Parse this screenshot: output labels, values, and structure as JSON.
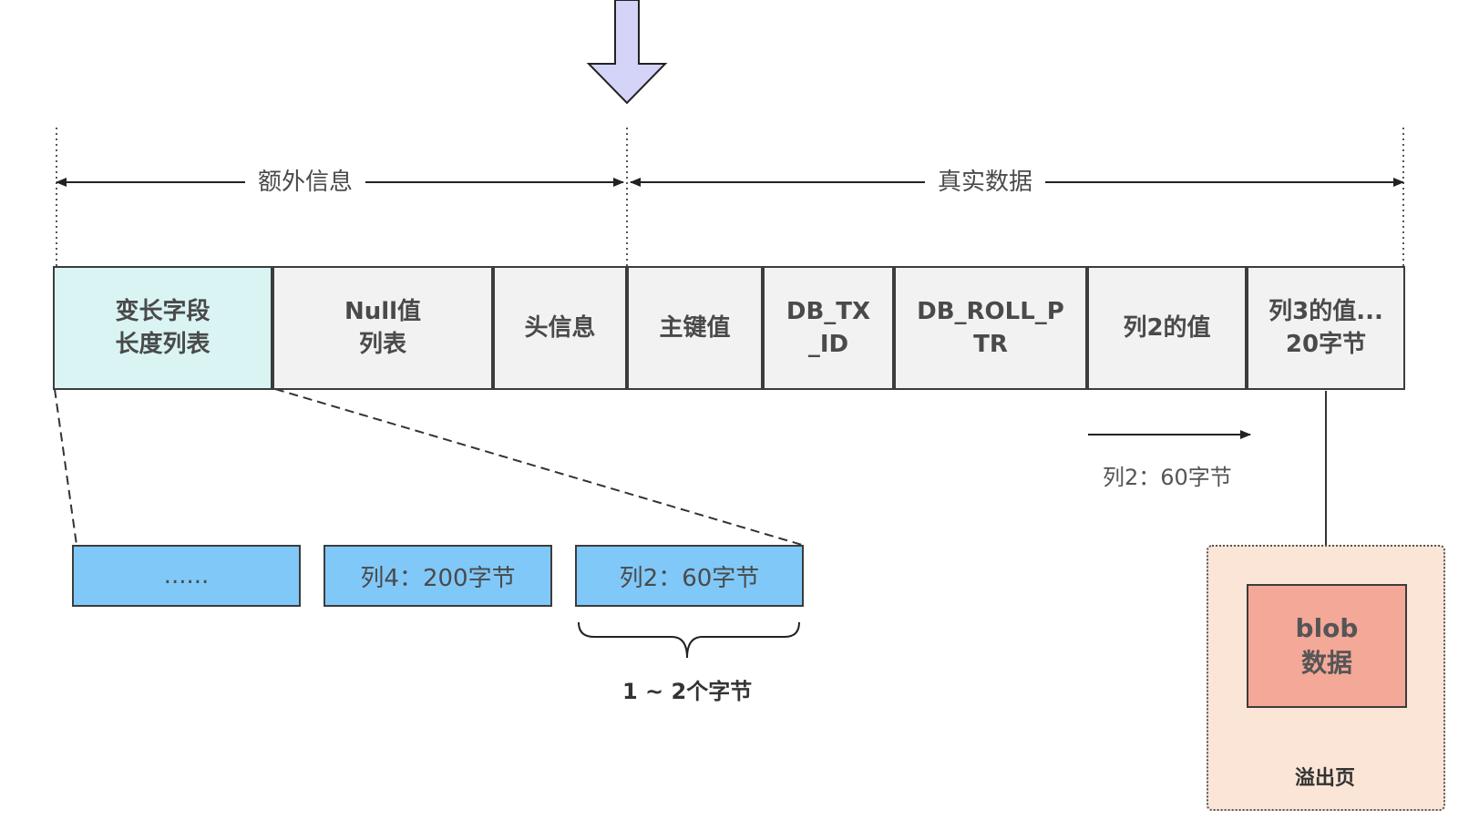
{
  "header": {
    "extra_info_label": "额外信息",
    "real_data_label": "真实数据"
  },
  "record": {
    "cells": [
      {
        "label": "变长字段\n长度列表",
        "highlight": true
      },
      {
        "label": "Null值\n列表",
        "highlight": false
      },
      {
        "label": "头信息",
        "highlight": false
      },
      {
        "label": "主键值",
        "highlight": false
      },
      {
        "label": "DB_TX\n_ID",
        "highlight": false
      },
      {
        "label": "DB_ROLL_P\nTR",
        "highlight": false
      },
      {
        "label": "列2的值",
        "highlight": false
      },
      {
        "label": "列3的值...\n20字节",
        "highlight": false
      }
    ]
  },
  "varlen_list": {
    "segments": [
      "......",
      "列4：200字节",
      "列2：60字节"
    ],
    "brace_label": "1 ~ 2个字节"
  },
  "column2_note": "列2：60字节",
  "overflow": {
    "blob_label": "blob\n数据",
    "page_label": "溢出页"
  },
  "colors": {
    "highlight_fill": "#daf4f4",
    "cell_fill": "#f2f2f2",
    "segment_fill": "#80c8f8",
    "arrow_fill": "#d4d4f8",
    "overflow_fill": "#fbe5d6",
    "blob_fill": "#f4a898"
  }
}
